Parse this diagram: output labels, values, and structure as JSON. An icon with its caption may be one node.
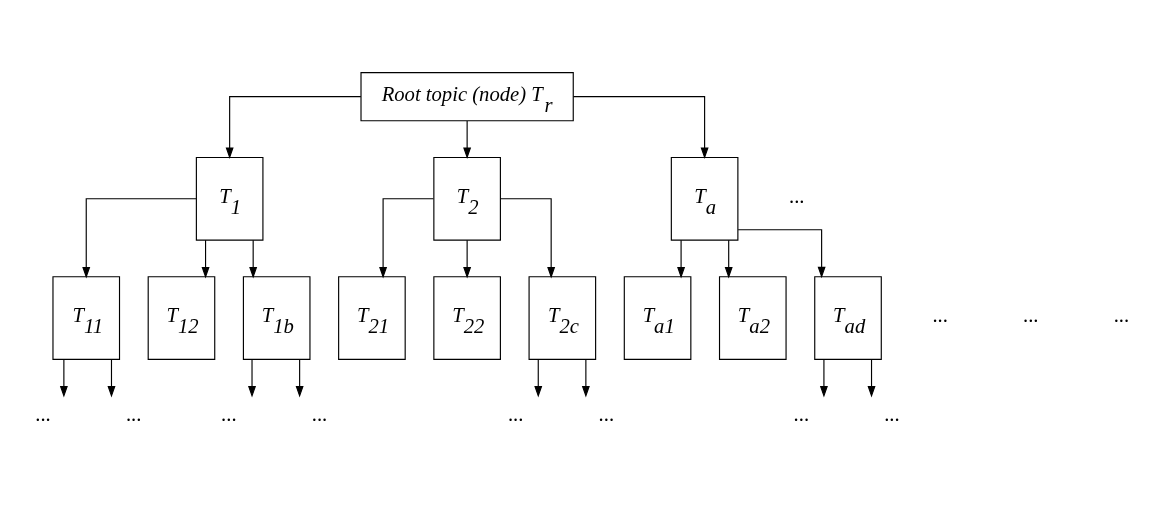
{
  "diagram": {
    "nodes": [
      {
        "text": [
          "Root topic (node) T$_{r}$"
        ]
      },
      {
        "text": [
          "T$_{1}$"
        ]
      },
      {
        "text": [
          "T$_{2}$"
        ]
      },
      {
        "text": [
          "T$_{a}$"
        ]
      },
      {
        "text": [
          "T$_{11}$"
        ]
      },
      {
        "text": [
          "T$_{12}$"
        ]
      },
      {
        "text": [
          "T$_{1b}$"
        ]
      },
      {
        "text": [
          "T$_{21}$"
        ]
      },
      {
        "text": [
          "T$_{22}$"
        ]
      },
      {
        "text": [
          "T$_{2c}$"
        ]
      },
      {
        "text": [
          "T$_{a1}$"
        ]
      },
      {
        "text": [
          "T$_{a2}$"
        ]
      },
      {
        "text": [
          "T$_{ad}$"
        ]
      },
      {
        "text": [
          "..."
        ]
      },
      {
        "text": [
          "..."
        ]
      },
      {
        "text": [
          "..."
        ]
      },
      {
        "text": [
          "..."
        ]
      },
      {
        "text": [
          "..."
        ]
      },
      {
        "text": [
          "..."
        ]
      },
      {
        "text": [
          "..."
        ]
      },
      {
        "text": [
          "..."
        ]
      }
    ],
    "edges": [
      {
        "from": 0,
        "to": 1,
        "arrow": "to"
      },
      {
        "from": 0,
        "to": 2,
        "arrow": "to"
      },
      {
        "from": 0,
        "to": 3,
        "arrow": "to"
      },
      {
        "from": 1,
        "to": 4,
        "arrow": "to"
      },
      {
        "from": 1,
        "to": 5,
        "arrow": "to"
      },
      {
        "from": 1,
        "to": 6,
        "arrow": "to"
      },
      {
        "from": 2,
        "to": 7,
        "arrow": "to"
      },
      {
        "from": 2,
        "to": 8,
        "arrow": "to"
      },
      {
        "from": 2,
        "to": 9,
        "arrow": "to"
      },
      {
        "from": 3,
        "to": 10,
        "arrow": "to"
      },
      {
        "from": 3,
        "to": 11,
        "arrow": "to"
      },
      {
        "from": 3,
        "to": 12,
        "arrow": "to"
      },
      {
        "from": 4,
        "to": 13,
        "arrow": "to"
      },
      {
        "from": 4,
        "to": 14,
        "arrow": "to"
      },
      {
        "from": 6,
        "to": 15,
        "arrow": "to"
      },
      {
        "from": 6,
        "to": 16,
        "arrow": "to"
      },
      {
        "from": 9,
        "to": 17,
        "arrow": "to"
      },
      {
        "from": 9,
        "to": 18,
        "arrow": "to"
      },
      {
        "from": 12,
        "to": 19,
        "arrow": "to"
      },
      {
        "from": 12,
        "to": 20,
        "arrow": "to"
      }
    ],
    "labels": [
      "...",
      "...",
      "...",
      "..."
    ]
  }
}
